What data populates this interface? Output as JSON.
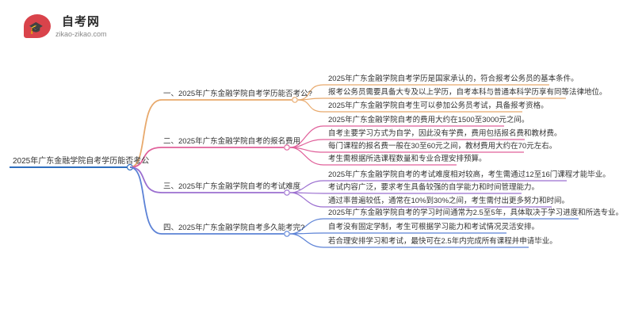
{
  "logo": {
    "title": "自考网",
    "url": "zikao-zikao.com",
    "icon": "graduation-cap-icon",
    "color": "#d9434b"
  },
  "root": "2025年广东金融学院自考学历能否考公",
  "branches": [
    {
      "label": "一、2025年广东金融学院自考学历能否考公?",
      "color": "#e8a96c",
      "leaves": [
        "2025年广东金融学院自考学历是国家承认的，符合报考公务员的基本条件。",
        "报考公务员需要具备大专及以上学历，自考本科与普通本科学历享有同等法律地位。",
        "2025年广东金融学院自考生可以参加公务员考试，具备报考资格。"
      ]
    },
    {
      "label": "二、2025年广东金融学院自考的报名费用",
      "color": "#e0609a",
      "leaves": [
        "2025年广东金融学院自考的费用大约在1500至3000元之间。",
        "自考主要学习方式为自学，因此没有学费，费用包括报名费和教材费。",
        "每门课程的报名费一般在30至60元之间，教材费用大约在70元左右。",
        "考生需根据所选课程数量和专业合理安排预算。"
      ]
    },
    {
      "label": "三、2025年广东金融学院自考的考试难度",
      "color": "#9b6fd0",
      "leaves": [
        "2025年广东金融学院自考的考试难度相对较高，考生需通过12至16门课程才能毕业。",
        "考试内容广泛，要求考生具备较强的自学能力和时间管理能力。",
        "通过率普遍较低，通常在10%到30%之间，考生需付出更多努力和时间。"
      ]
    },
    {
      "label": "四、2025年广东金融学院自考多久能考完?",
      "color": "#5c82d6",
      "leaves": [
        "2025年广东金融学院自考的学习时间通常为2.5至5年，具体取决于学习进度和所选专业。",
        "自考没有固定学制，考生可根据学习能力和考试情况灵活安排。",
        "若合理安排学习和考试，最快可在2.5年内完成所有课程并申请毕业。"
      ]
    }
  ]
}
